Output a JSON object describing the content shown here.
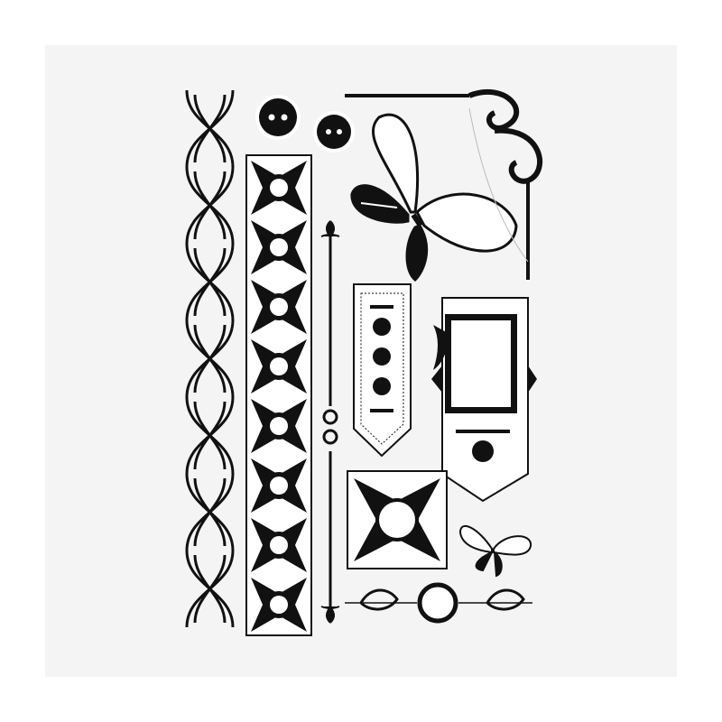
{
  "colors": {
    "background": "#ffffff",
    "sheet": "#f4f4f4",
    "ink": "#111111",
    "stamp_outline": "#ffffff"
  },
  "stamps": [
    {
      "name": "chain-border",
      "icon": "interlocking-chain"
    },
    {
      "name": "damask-strip",
      "icon": "damask-pattern"
    },
    {
      "name": "button-large",
      "icon": "two-hole-button"
    },
    {
      "name": "button-small",
      "icon": "two-hole-button"
    },
    {
      "name": "fleur-rod",
      "icon": "fleur-de-lis-rod"
    },
    {
      "name": "butterfly-large",
      "icon": "butterfly"
    },
    {
      "name": "corner-flourish",
      "icon": "scroll-corner"
    },
    {
      "name": "ornate-tag",
      "icon": "tag"
    },
    {
      "name": "frame-tag",
      "icon": "tag-with-frame"
    },
    {
      "name": "square-medallion",
      "icon": "medallion"
    },
    {
      "name": "butterfly-small",
      "icon": "butterfly"
    },
    {
      "name": "horizontal-flourish",
      "icon": "flourish-border"
    }
  ]
}
